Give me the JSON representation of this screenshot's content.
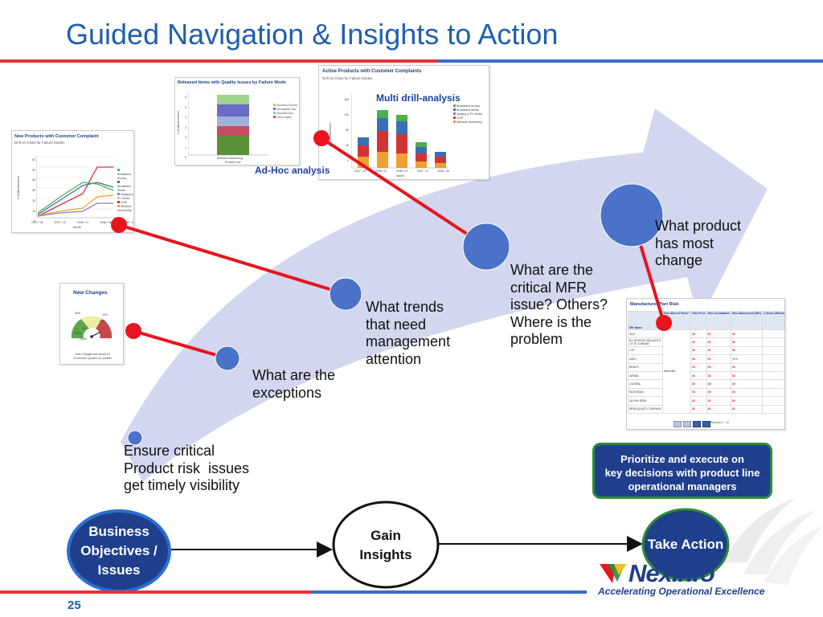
{
  "title": "Guided Navigation & Insights to Action",
  "page_number": "25",
  "steps": [
    {
      "text": "Ensure critical\nProduct risk  issues\nget timely visibility"
    },
    {
      "text": "What are the\nexceptions"
    },
    {
      "text": "What trends\nthat need\nmanagement\nattention"
    },
    {
      "text": "What are the\ncritical MFR\nissue? Others?\nWhere is the\nproblem"
    },
    {
      "text": "What product\nhas most\nchange"
    }
  ],
  "annotations": {
    "adhoc": "Ad-Hoc analysis",
    "drill": "Multi drill-analysis"
  },
  "flow": {
    "start": "Business\nObjectives /\nIssues",
    "middle": "Gain\nInsights",
    "end": "Take Action"
  },
  "callout": "Prioritize and execute on\nkey decisions with product line\noperational managers",
  "brand": {
    "name": "NexInfo",
    "tagline": "Accelerating Operational Excellence"
  },
  "thumbnails": {
    "new_changes": {
      "title": "New Changes",
      "gauge_labels": [
        "80%",
        "20%",
        "100%",
        "0%",
        "120%",
        "100%"
      ],
      "note": "New Changes are based on\n% increase Quarter on Quarter"
    },
    "new_products": {
      "title": "New Products with Customer Complaint",
      "subtitle": "Drill on Chart for Failure Modes",
      "y_ticks": [
        "60",
        "50",
        "40",
        "30",
        "20",
        "10",
        "0"
      ],
      "x_ticks": [
        "2007 / 06",
        "2007 / 11",
        "2008 / 11",
        "2008 / 08",
        "2008 / 11"
      ],
      "xlabel": "Month",
      "ylabel": "# of Affected Items",
      "legend": [
        "Broadband Access",
        "Broadband Media",
        "Imaging & PC Media",
        "VOIP",
        "Wireless Networking"
      ]
    },
    "released_items": {
      "title": "Released Items with Quality Issues by Failure Mode",
      "y_ticks": [
        "6",
        "5",
        "4",
        "3",
        "2",
        "1",
        "0"
      ],
      "xlabel": "Wireless Networking",
      "x_title": "Product Line",
      "ylabel": "# of Affected Items",
      "legend": [
        "Incorrect Format",
        "Incomplete Doc",
        "Incorrect Doc",
        "Out of Spec"
      ]
    },
    "active_products": {
      "title": "Active Products with Customer Complaints",
      "subtitle": "Drill on Chart for Failure Modes",
      "y_ticks": [
        "160",
        "120",
        "80",
        "40",
        "0"
      ],
      "x_ticks": [
        "2007 / 10",
        "2008 / 01",
        "2008 / 02",
        "2007 / 11",
        "2008 / 05"
      ],
      "xlabel": "Month",
      "ylabel": "# of Affected Items",
      "legend": [
        "Broadband Access",
        "Broadband Media",
        "Imaging & PC Media",
        "VOIP",
        "Wireless Networking"
      ]
    },
    "manufacturer": {
      "title": "Manufacturer Part Risk",
      "headers": [
        "Mfr Name",
        "Has Altered Parts *",
        "Has Price",
        "Has Declaration",
        "Has Attachment (Mfr)",
        "# Items (Released) *"
      ],
      "rows": [
        {
          "name": "AGJ",
          "v1": "80",
          "v2": "80",
          "v3": "80",
          "n": "5"
        },
        {
          "name": "BY DESIGN SEALANTS OTTO CHEMIE",
          "v1": "80",
          "v2": "80",
          "v3": "80",
          "n": "5"
        },
        {
          "name": "CZT",
          "v1": "80",
          "v2": "80",
          "v3": "80",
          "n": "5"
        },
        {
          "name": "AMIC",
          "v1": "80",
          "v2": "80",
          "v3": "YES",
          "n": "5"
        },
        {
          "name": "BRADY",
          "v1": "80",
          "v2": "80",
          "v3": "80",
          "n": "5"
        },
        {
          "name": "AIRMA",
          "v1": "80",
          "v2": "80",
          "v3": "80",
          "n": "5"
        },
        {
          "name": "CUSPAL",
          "v1": "80",
          "v2": "80",
          "v3": "80",
          "n": "5"
        },
        {
          "name": "BUSSMAN",
          "v1": "80",
          "v2": "80",
          "v3": "80",
          "n": "5"
        },
        {
          "name": "ALPHA SEMI",
          "v1": "80",
          "v2": "80",
          "v3": "80",
          "n": "5"
        },
        {
          "name": "BERGQUIST COMPANY",
          "v1": "80",
          "v2": "80",
          "v3": "80",
          "n": "5"
        }
      ],
      "merged": "Alternate",
      "records": "Records 1 - 10"
    }
  }
}
